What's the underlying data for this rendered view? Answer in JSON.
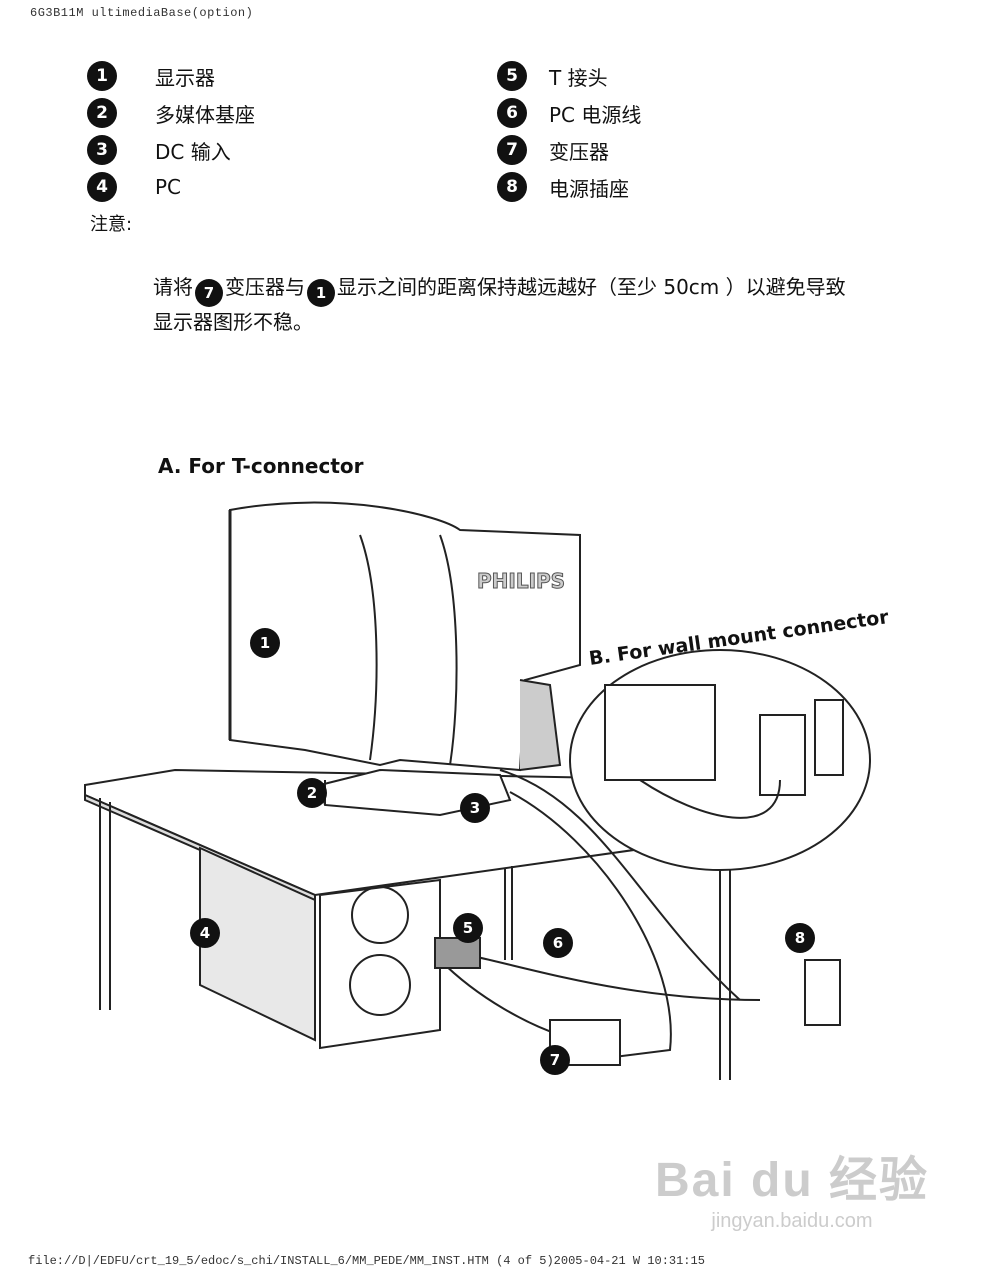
{
  "header": {
    "text": "6G3B11M ultimediaBase(option)"
  },
  "legend": [
    {
      "num": "1",
      "label": "显示器"
    },
    {
      "num": "2",
      "label": "多媒体基座"
    },
    {
      "num": "3",
      "label": "DC 输入"
    },
    {
      "num": "4",
      "label": "PC"
    },
    {
      "num": "5",
      "label": "T 接头"
    },
    {
      "num": "6",
      "label": "PC 电源线"
    },
    {
      "num": "7",
      "label": "变压器"
    },
    {
      "num": "8",
      "label": "电源插座"
    }
  ],
  "note": {
    "title": "注意:",
    "part1": "请将",
    "badge_a": "7",
    "part2": "变压器与",
    "badge_b": "1",
    "part3": "显示之间的距离保持越远越好（至少 50cm ）以避免导致显示器图形不稳。"
  },
  "diagram": {
    "title_a": "A. For T-connector",
    "title_b": "B. For wall mount connector",
    "brand": "PHILIPS",
    "callouts": [
      "1",
      "2",
      "3",
      "4",
      "5",
      "6",
      "7",
      "8"
    ]
  },
  "footer": {
    "text": "file://D|/EDFU/crt_19_5/edoc/s_chi/INSTALL_6/MM_PEDE/MM_INST.HTM (4 of 5)2005-04-21 W 10:31:15"
  },
  "watermark": {
    "main": "Bai du 经验",
    "sub": "jingyan.baidu.com"
  }
}
